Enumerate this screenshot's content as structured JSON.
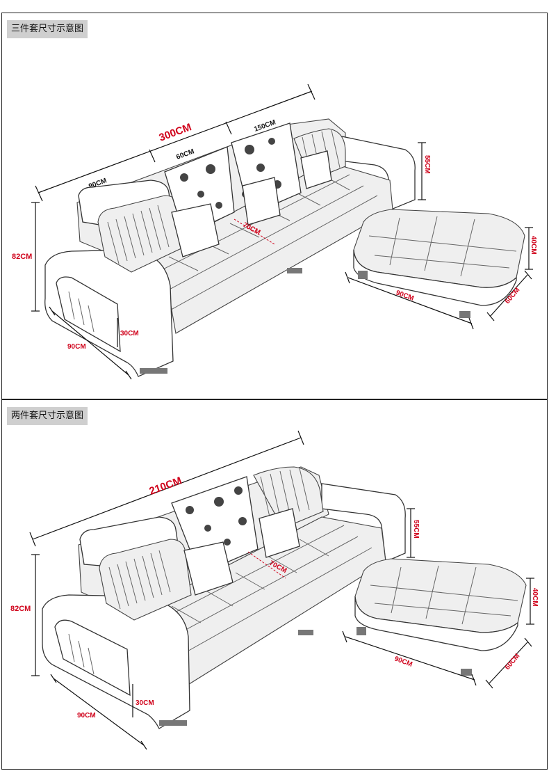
{
  "top_panel": {
    "title": "三件套尺寸示意图",
    "total_width": "300CM",
    "seg_left": "90CM",
    "seg_mid": "60CM",
    "seg_right": "150CM",
    "seat_depth": "70CM",
    "arm_height": "55CM",
    "total_height": "82CM",
    "shelf_height": "30CM",
    "arm_depth": "90CM",
    "ottoman_length": "90CM",
    "ottoman_width": "60CM",
    "ottoman_height": "40CM"
  },
  "bottom_panel": {
    "title": "两件套尺寸示意图",
    "total_width": "210CM",
    "seat_depth": "70CM",
    "arm_height": "55CM",
    "total_height": "82CM",
    "shelf_height": "30CM",
    "arm_depth": "90CM",
    "ottoman_length": "90CM",
    "ottoman_width": "60CM",
    "ottoman_height": "40CM"
  }
}
